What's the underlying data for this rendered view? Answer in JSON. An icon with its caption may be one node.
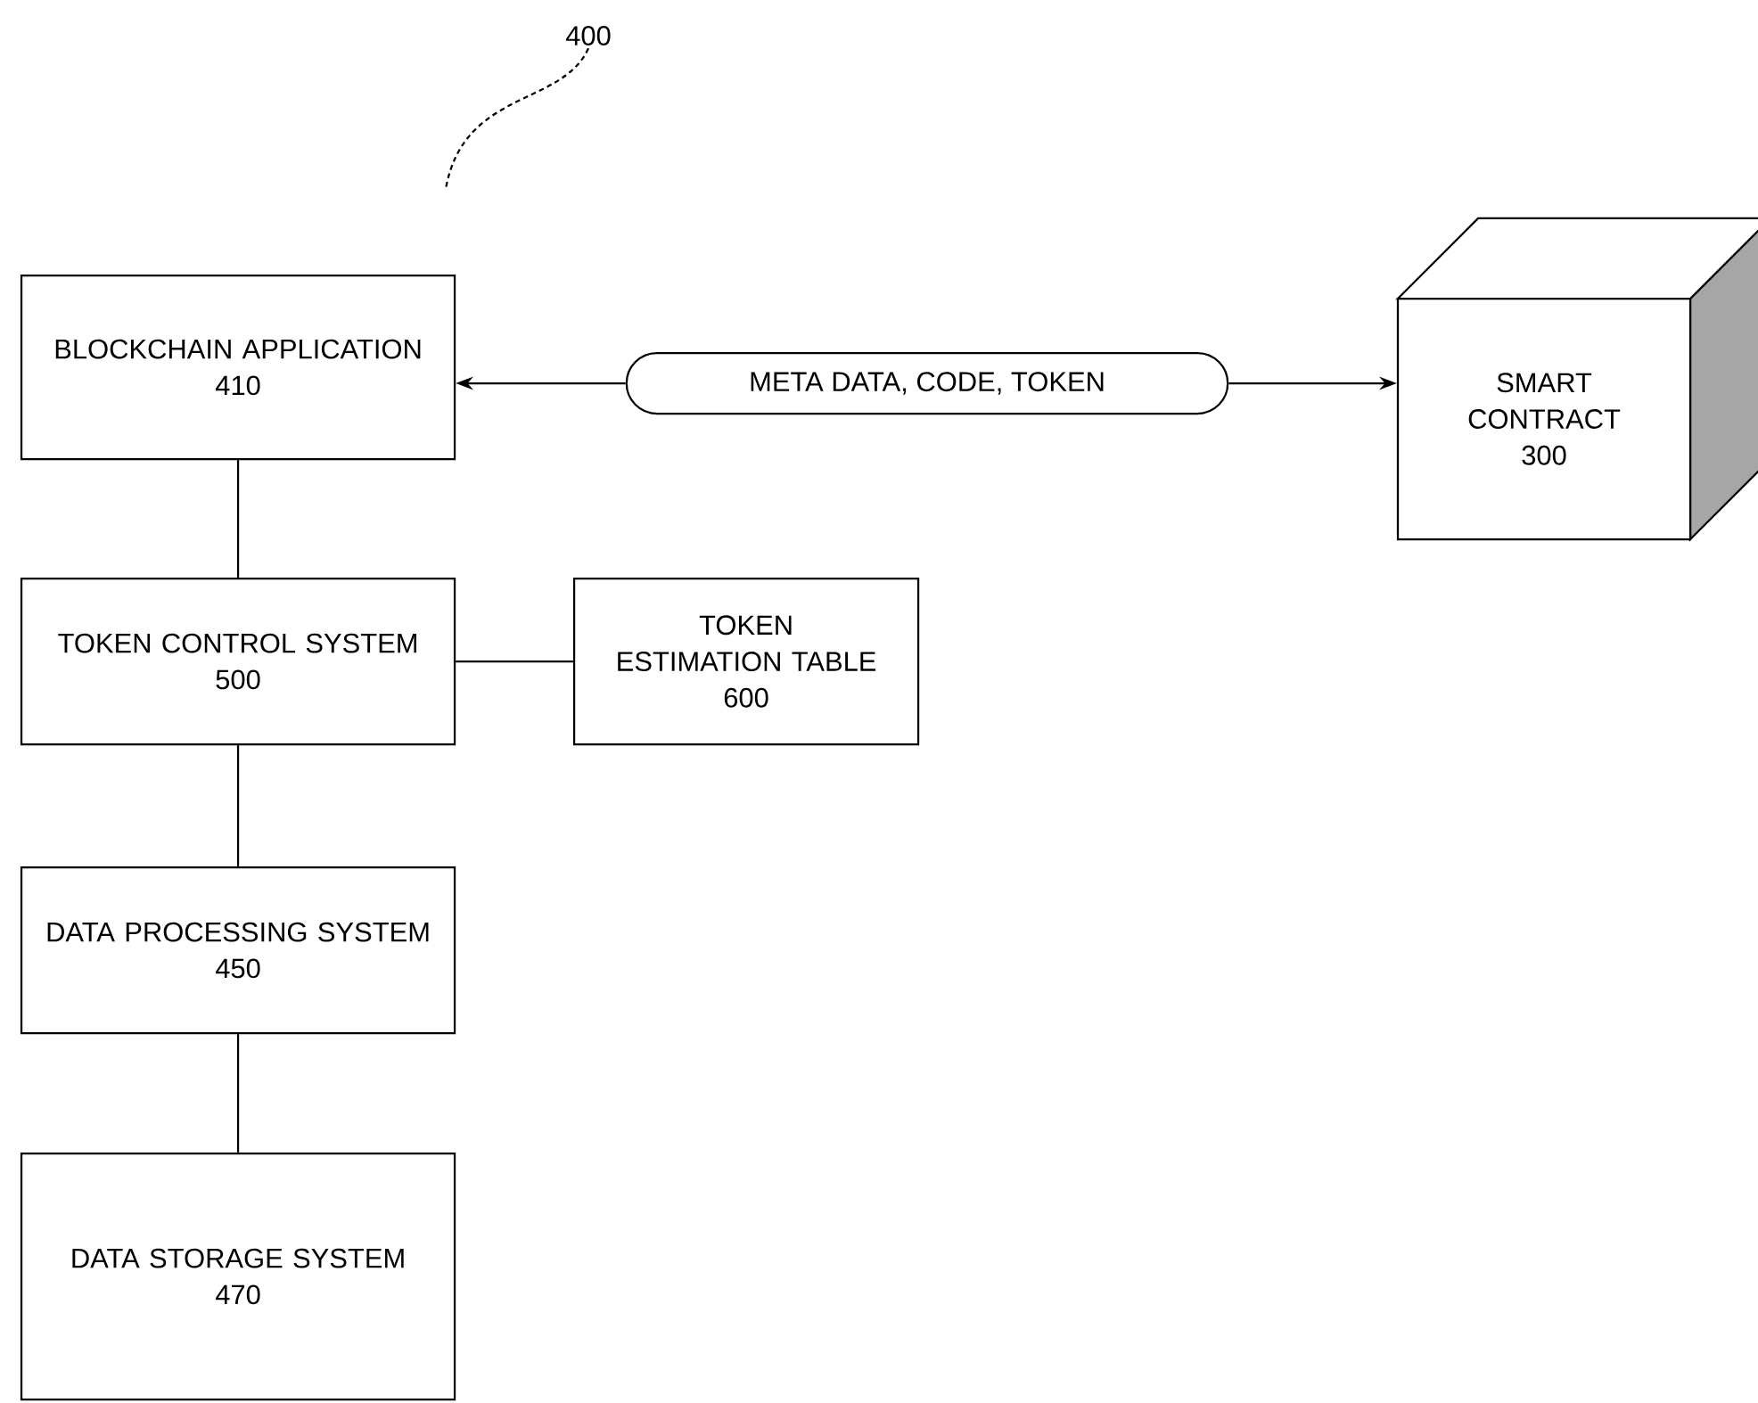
{
  "diagram": {
    "nodes": [
      {
        "text": [
          "400"
        ]
      },
      {
        "text": [
          "BLOCKCHAIN APPLICATION",
          "410"
        ]
      },
      {
        "text": [
          "META DATA, CODE, TOKEN"
        ]
      },
      {
        "text": [
          "SMART CONTRACT",
          "300"
        ]
      },
      {
        "text": [
          "TOKEN CONTROL SYSTEM",
          "500"
        ]
      },
      {
        "text": [
          "TOKEN ESTIMATION TABLE",
          "600"
        ]
      },
      {
        "text": [
          "DATA PROCESSING SYSTEM",
          "450"
        ]
      },
      {
        "text": [
          "DATA STORAGE SYSTEM",
          "470"
        ]
      }
    ],
    "edges": [
      {
        "from": 0,
        "to": null,
        "arrow": "none",
        "style": "dashed"
      },
      {
        "from": 2,
        "to": 1,
        "arrow": "to"
      },
      {
        "from": 2,
        "to": 3,
        "arrow": "to"
      },
      {
        "from": 1,
        "to": 4,
        "arrow": "none"
      },
      {
        "from": 4,
        "to": 5,
        "arrow": "none"
      },
      {
        "from": 4,
        "to": 6,
        "arrow": "none"
      },
      {
        "from": 6,
        "to": 7,
        "arrow": "none"
      }
    ]
  }
}
